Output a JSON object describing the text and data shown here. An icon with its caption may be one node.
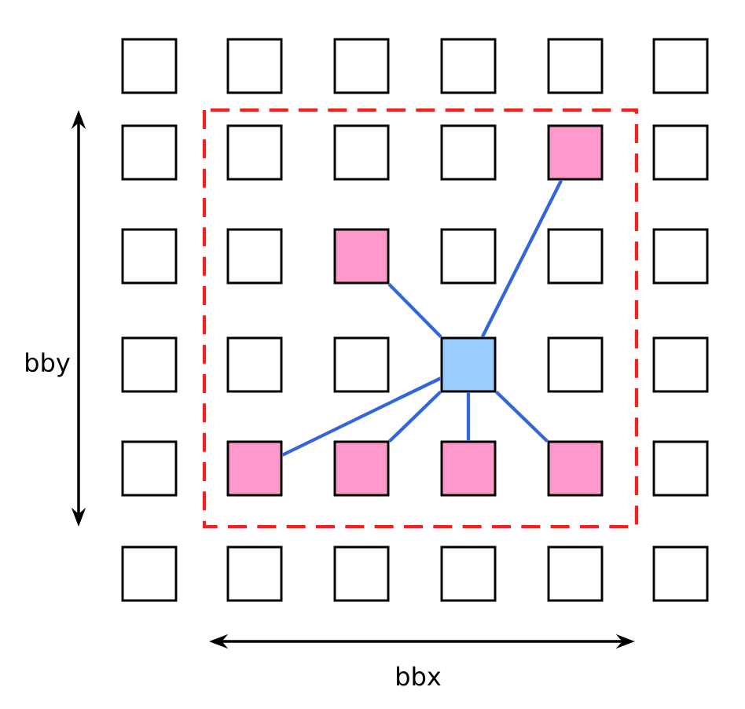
{
  "diagram": {
    "nodes": [
      {
        "text": [],
        "shape": "box"
      },
      {
        "text": [],
        "shape": "box"
      },
      {
        "text": [],
        "shape": "box"
      },
      {
        "text": [],
        "shape": "box"
      },
      {
        "text": [],
        "shape": "box"
      },
      {
        "text": [],
        "shape": "box"
      },
      {
        "text": [],
        "shape": "box"
      }
    ],
    "edges": [
      {
        "from": 2,
        "to": 0,
        "arrow": "none"
      },
      {
        "from": 2,
        "to": 1,
        "arrow": "none"
      },
      {
        "from": 2,
        "to": 3,
        "arrow": "none"
      },
      {
        "from": 2,
        "to": 4,
        "arrow": "none"
      },
      {
        "from": 2,
        "to": 5,
        "arrow": "none"
      },
      {
        "from": 2,
        "to": 6,
        "arrow": "none"
      }
    ],
    "labels": [
      "bby",
      "bbx"
    ]
  }
}
